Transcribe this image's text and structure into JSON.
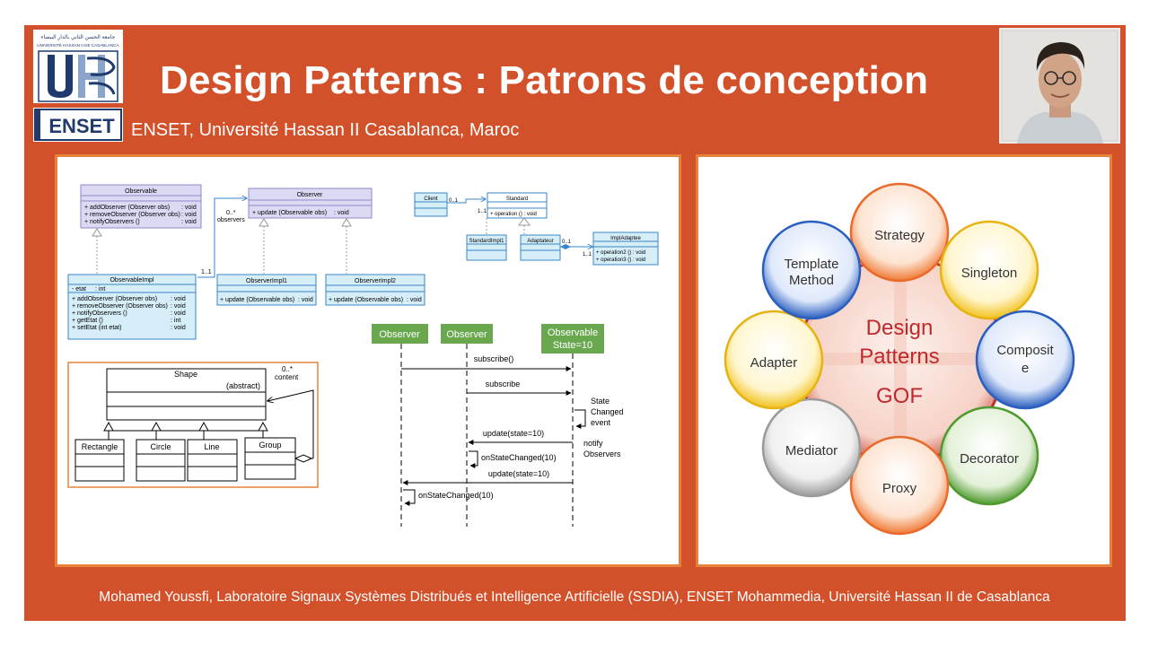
{
  "header": {
    "title": "Design Patterns : Patrons de conception",
    "subtitle": "ENSET, Université Hassan II Casablanca, Maroc"
  },
  "logos": {
    "uh_arabic_line1": "جامعة الحسن الثاني بالدار البيضاء",
    "uh_latin_line": "UNIVERSITÉ HASSAN II DE CASABLANCA",
    "uh_letters": "UH",
    "enset": "ENSET"
  },
  "footer": {
    "text": "Mohamed Youssfi, Laboratoire Signaux Systèmes Distribués et Intelligence Artificielle (SSDIA), ENSET Mohammedia, Université Hassan II de Casablanca"
  },
  "colors": {
    "accent": "#d3512a",
    "panel_border": "#e8823a",
    "uml_purple": "#dcd9f5",
    "uml_blue": "#d6eef8",
    "seq_green": "#6aa84f",
    "center_text": "#c0282b"
  },
  "uml_observer": {
    "observable": {
      "name": "Observable",
      "ops": [
        "+ addObserver (Observer obs)",
        "+ removeObserver (Observer obs)",
        "+ notifyObservers ()"
      ],
      "types": [
        ": void",
        ": void",
        ": void"
      ]
    },
    "observer": {
      "name": "Observer",
      "ops": [
        "+ update (Observable obs)"
      ],
      "types": [
        ": void"
      ]
    },
    "observable_impl": {
      "name": "ObservableImpl",
      "attr": "- etat",
      "attr_type": ": int",
      "ops": [
        "+ addObserver (Observer obs)",
        "+ removeObserver (Observer obs)",
        "+ notifyObservers ()",
        "+ getEtat ()",
        "+ setEtat (int etat)"
      ],
      "types": [
        ": void",
        ": void",
        ": void",
        ": int",
        ": void"
      ]
    },
    "observer_impl1": {
      "name": "ObserverImpl1",
      "ops": [
        "+ update (Observable obs)"
      ],
      "types": [
        ": void"
      ]
    },
    "observer_impl2": {
      "name": "ObserverImpl2",
      "ops": [
        "+ update (Observable obs)"
      ],
      "types": [
        ": void"
      ]
    },
    "mult_many": "0..*",
    "role": "observers",
    "mult_one": "1..1"
  },
  "uml_adapter": {
    "client": "Client",
    "standard": "Standard",
    "standard_op": "+ operation () : void",
    "standard_impl": "StandardImpl1",
    "adaptateur": "Adaptateur",
    "impl_adaptee": "ImplAdaptee",
    "adaptee_ops": [
      "+ operation2 () : void",
      "+ operation3 () : void"
    ],
    "m1": "0..1",
    "m2": "1..1",
    "m3": "0..1",
    "m4": "1..1"
  },
  "uml_composite": {
    "shape": "Shape",
    "abstract": "(abstract)",
    "subclasses": [
      "Rectangle",
      "Circle",
      "Line",
      "Group"
    ],
    "mult": "0..*",
    "role": "content"
  },
  "sequence": {
    "lifelines": [
      "Observer",
      "Observer",
      "Observable"
    ],
    "state_label": "State=10",
    "messages": [
      "subscribe()",
      "subscribe",
      "update(state=10)",
      "onStateChanged(10)",
      "update(state=10)",
      "onStateChanged(10)"
    ],
    "notes": [
      "State",
      "Changed",
      "event",
      "notify",
      "Observers"
    ]
  },
  "gof": {
    "center": [
      "Design",
      "Patterns",
      "GOF"
    ],
    "patterns": [
      "Strategy",
      "Singleton",
      "Composit",
      "e",
      "Decorator",
      "Proxy",
      "Mediator",
      "Adapter",
      "Template",
      "Method"
    ]
  }
}
